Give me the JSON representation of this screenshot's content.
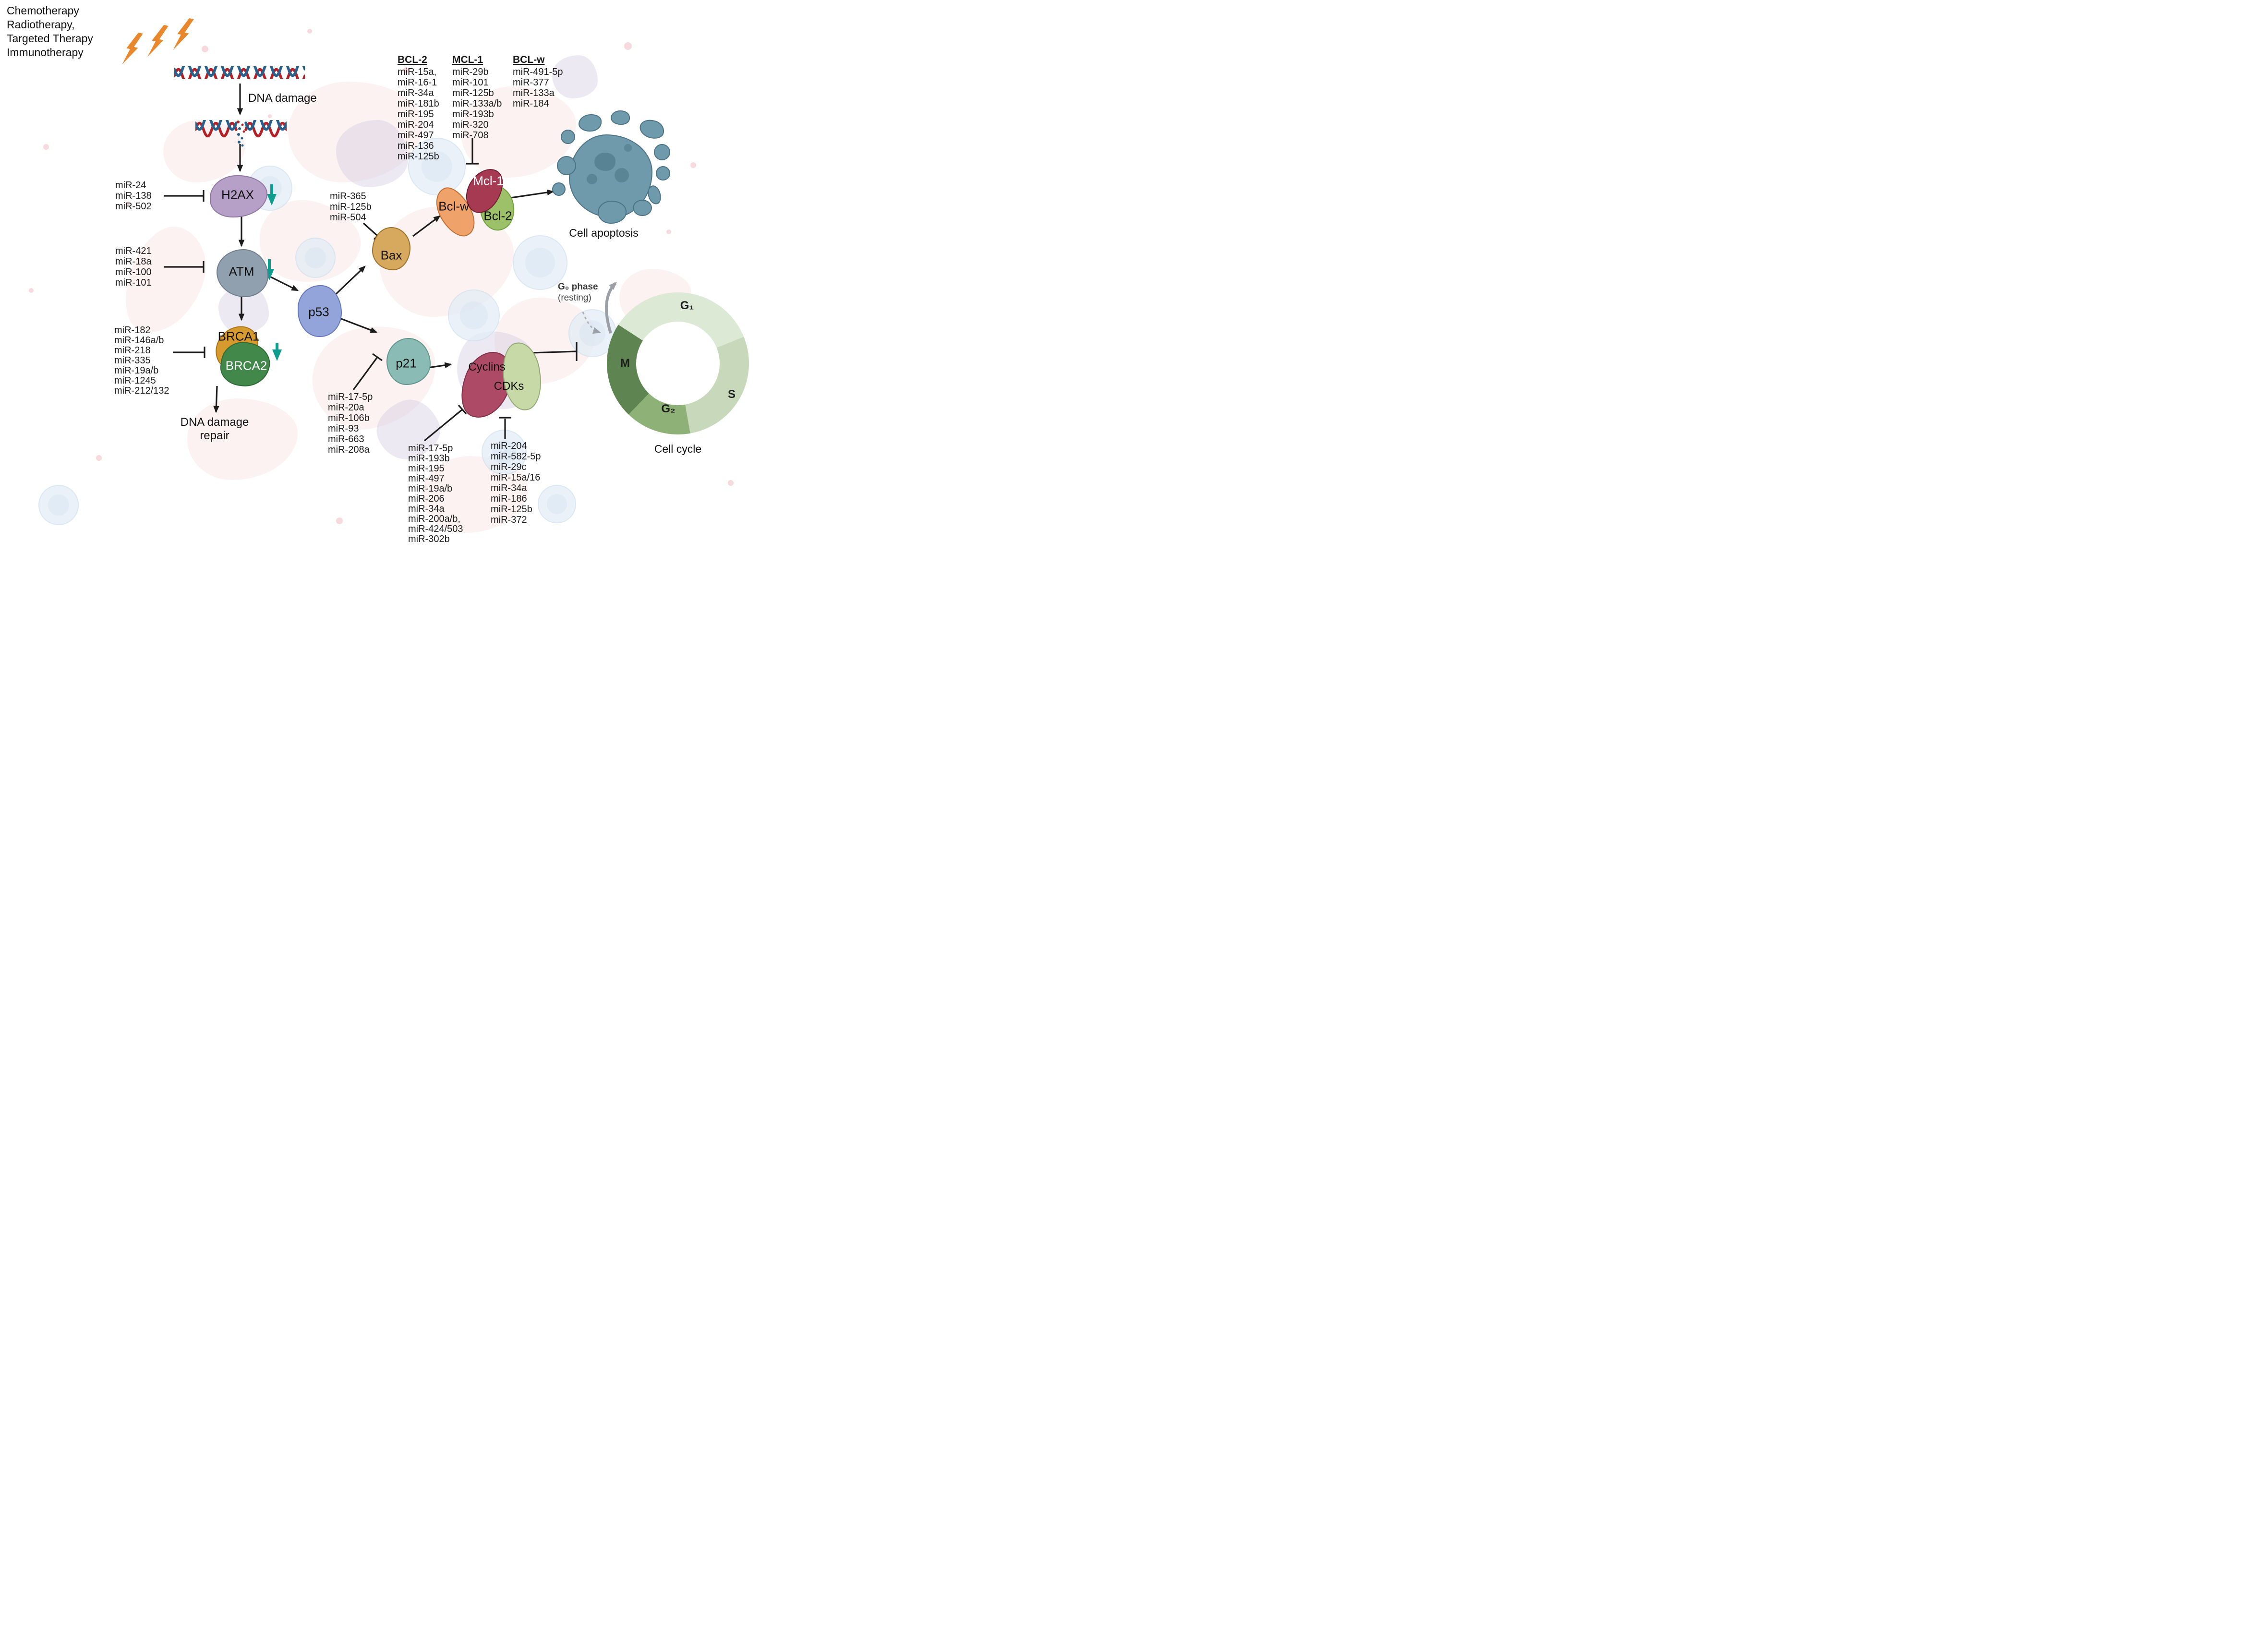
{
  "title_block": {
    "lines": [
      "Chemotherapy",
      "Radiotherapy,",
      "Targeted Therapy",
      "Immunotherapy"
    ]
  },
  "labels": {
    "dna_damage": "DNA damage",
    "dna_repair_line1": "DNA damage",
    "dna_repair_line2": "repair",
    "cell_apoptosis": "Cell apoptosis",
    "cell_cycle": "Cell cycle",
    "g0_phase": "G₀ phase",
    "g0_resting": "(resting)"
  },
  "proteins": {
    "h2ax": "H2AX",
    "atm": "ATM",
    "brca1": "BRCA1",
    "brca2": "BRCA2",
    "p53": "p53",
    "p21": "p21",
    "bax": "Bax",
    "bclw": "Bcl-w",
    "mcl1": "Mcl-1",
    "bcl2": "Bcl-2",
    "cyclins": "Cyclins",
    "cdks": "CDKs"
  },
  "mir_lists": {
    "h2ax": [
      "miR-24",
      "miR-138",
      "miR-502"
    ],
    "atm": [
      "miR-421",
      "miR-18a",
      "miR-100",
      "miR-101"
    ],
    "brca": [
      "miR-182",
      "miR-146a/b",
      "miR-218",
      "miR-335",
      "miR-19a/b",
      "miR-1245",
      "miR-212/132"
    ],
    "bax": [
      "miR-365",
      "miR-125b",
      "miR-504"
    ],
    "bcl2_family": [
      {
        "header": "BCL-2",
        "items": [
          "miR-15a,",
          "miR-16-1",
          "miR-34a",
          "miR-181b",
          "miR-195",
          "miR-204",
          "miR-497",
          "miR-136",
          "miR-125b"
        ]
      },
      {
        "header": "MCL-1",
        "items": [
          "miR-29b",
          "miR-101",
          "miR-125b",
          "miR-133a/b",
          "miR-193b",
          "miR-320",
          "miR-708"
        ]
      },
      {
        "header": "BCL-w",
        "items": [
          "miR-491-5p",
          "miR-377",
          "miR-133a",
          "miR-184"
        ]
      }
    ],
    "p21": [
      "miR-17-5p",
      "miR-20a",
      "miR-106b",
      "miR-93",
      "miR-663",
      "miR-208a"
    ],
    "cyclins": [
      "miR-17-5p",
      "miR-193b",
      "miR-195",
      "miR-497",
      "miR-19a/b",
      "miR-206",
      "miR-34a",
      "miR-200a/b,",
      "miR-424/503",
      "miR-302b"
    ],
    "cdks": [
      "miR-204",
      "miR-582-5p",
      "miR-29c",
      "miR-15a/16",
      "miR-34a",
      "miR-186",
      "miR-125b",
      "miR-372"
    ]
  },
  "cell_cycle": {
    "phases": [
      {
        "label": "G₁",
        "color": "#dce9d5"
      },
      {
        "label": "S",
        "color": "#c7d9ba"
      },
      {
        "label": "G₂",
        "color": "#8db177"
      },
      {
        "label": "M",
        "color": "#5e8451"
      }
    ]
  },
  "colors": {
    "teal_arrow": "#0E9C8D",
    "bolt_orange": "#E8872B",
    "dna_red": "#B32025",
    "dna_blue": "#27618E",
    "apoptosis_fill": "#6F9AAB"
  }
}
